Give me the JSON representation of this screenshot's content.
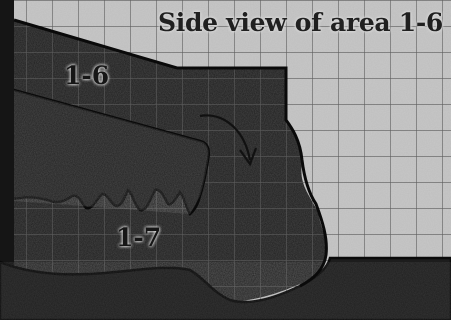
{
  "map": {
    "title": "Side view of area 1-6",
    "areas": [
      {
        "id": "area-1-6",
        "label": "1-6"
      },
      {
        "id": "area-1-7",
        "label": "1-7"
      }
    ],
    "colors": {
      "rock": "#1b1b1b",
      "cave_fill": "#c8c8c8",
      "grid": "#5a5a5a",
      "outline": "#0a0a0a"
    },
    "icons": [
      "flow-direction-arrow"
    ]
  }
}
